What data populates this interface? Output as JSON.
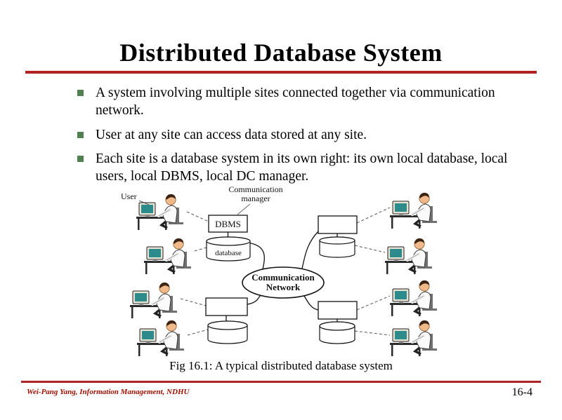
{
  "slide": {
    "title": "Distributed Database System",
    "bullets": [
      "A system involving multiple sites connected together via communication network.",
      "User at any site can access data stored at any site.",
      "Each site is a database system in its own right: its own local database, local users, local DBMS, local DC manager."
    ],
    "diagram": {
      "user_label": "User",
      "comm_manager": [
        "Communication",
        "manager"
      ],
      "dbms_label": "DBMS",
      "database_label": "database",
      "network": [
        "Communication",
        "Network"
      ],
      "caption": "Fig 16.1: A typical distributed database system"
    },
    "footer": {
      "credit": "Wei-Pang Yang, Information Management, NDHU",
      "page": "16-4"
    },
    "colors": {
      "rule": "#b22222",
      "bullet_square": "#508050",
      "footer_text": "#a01000",
      "monitor_screen": "#2e8b8b"
    }
  }
}
